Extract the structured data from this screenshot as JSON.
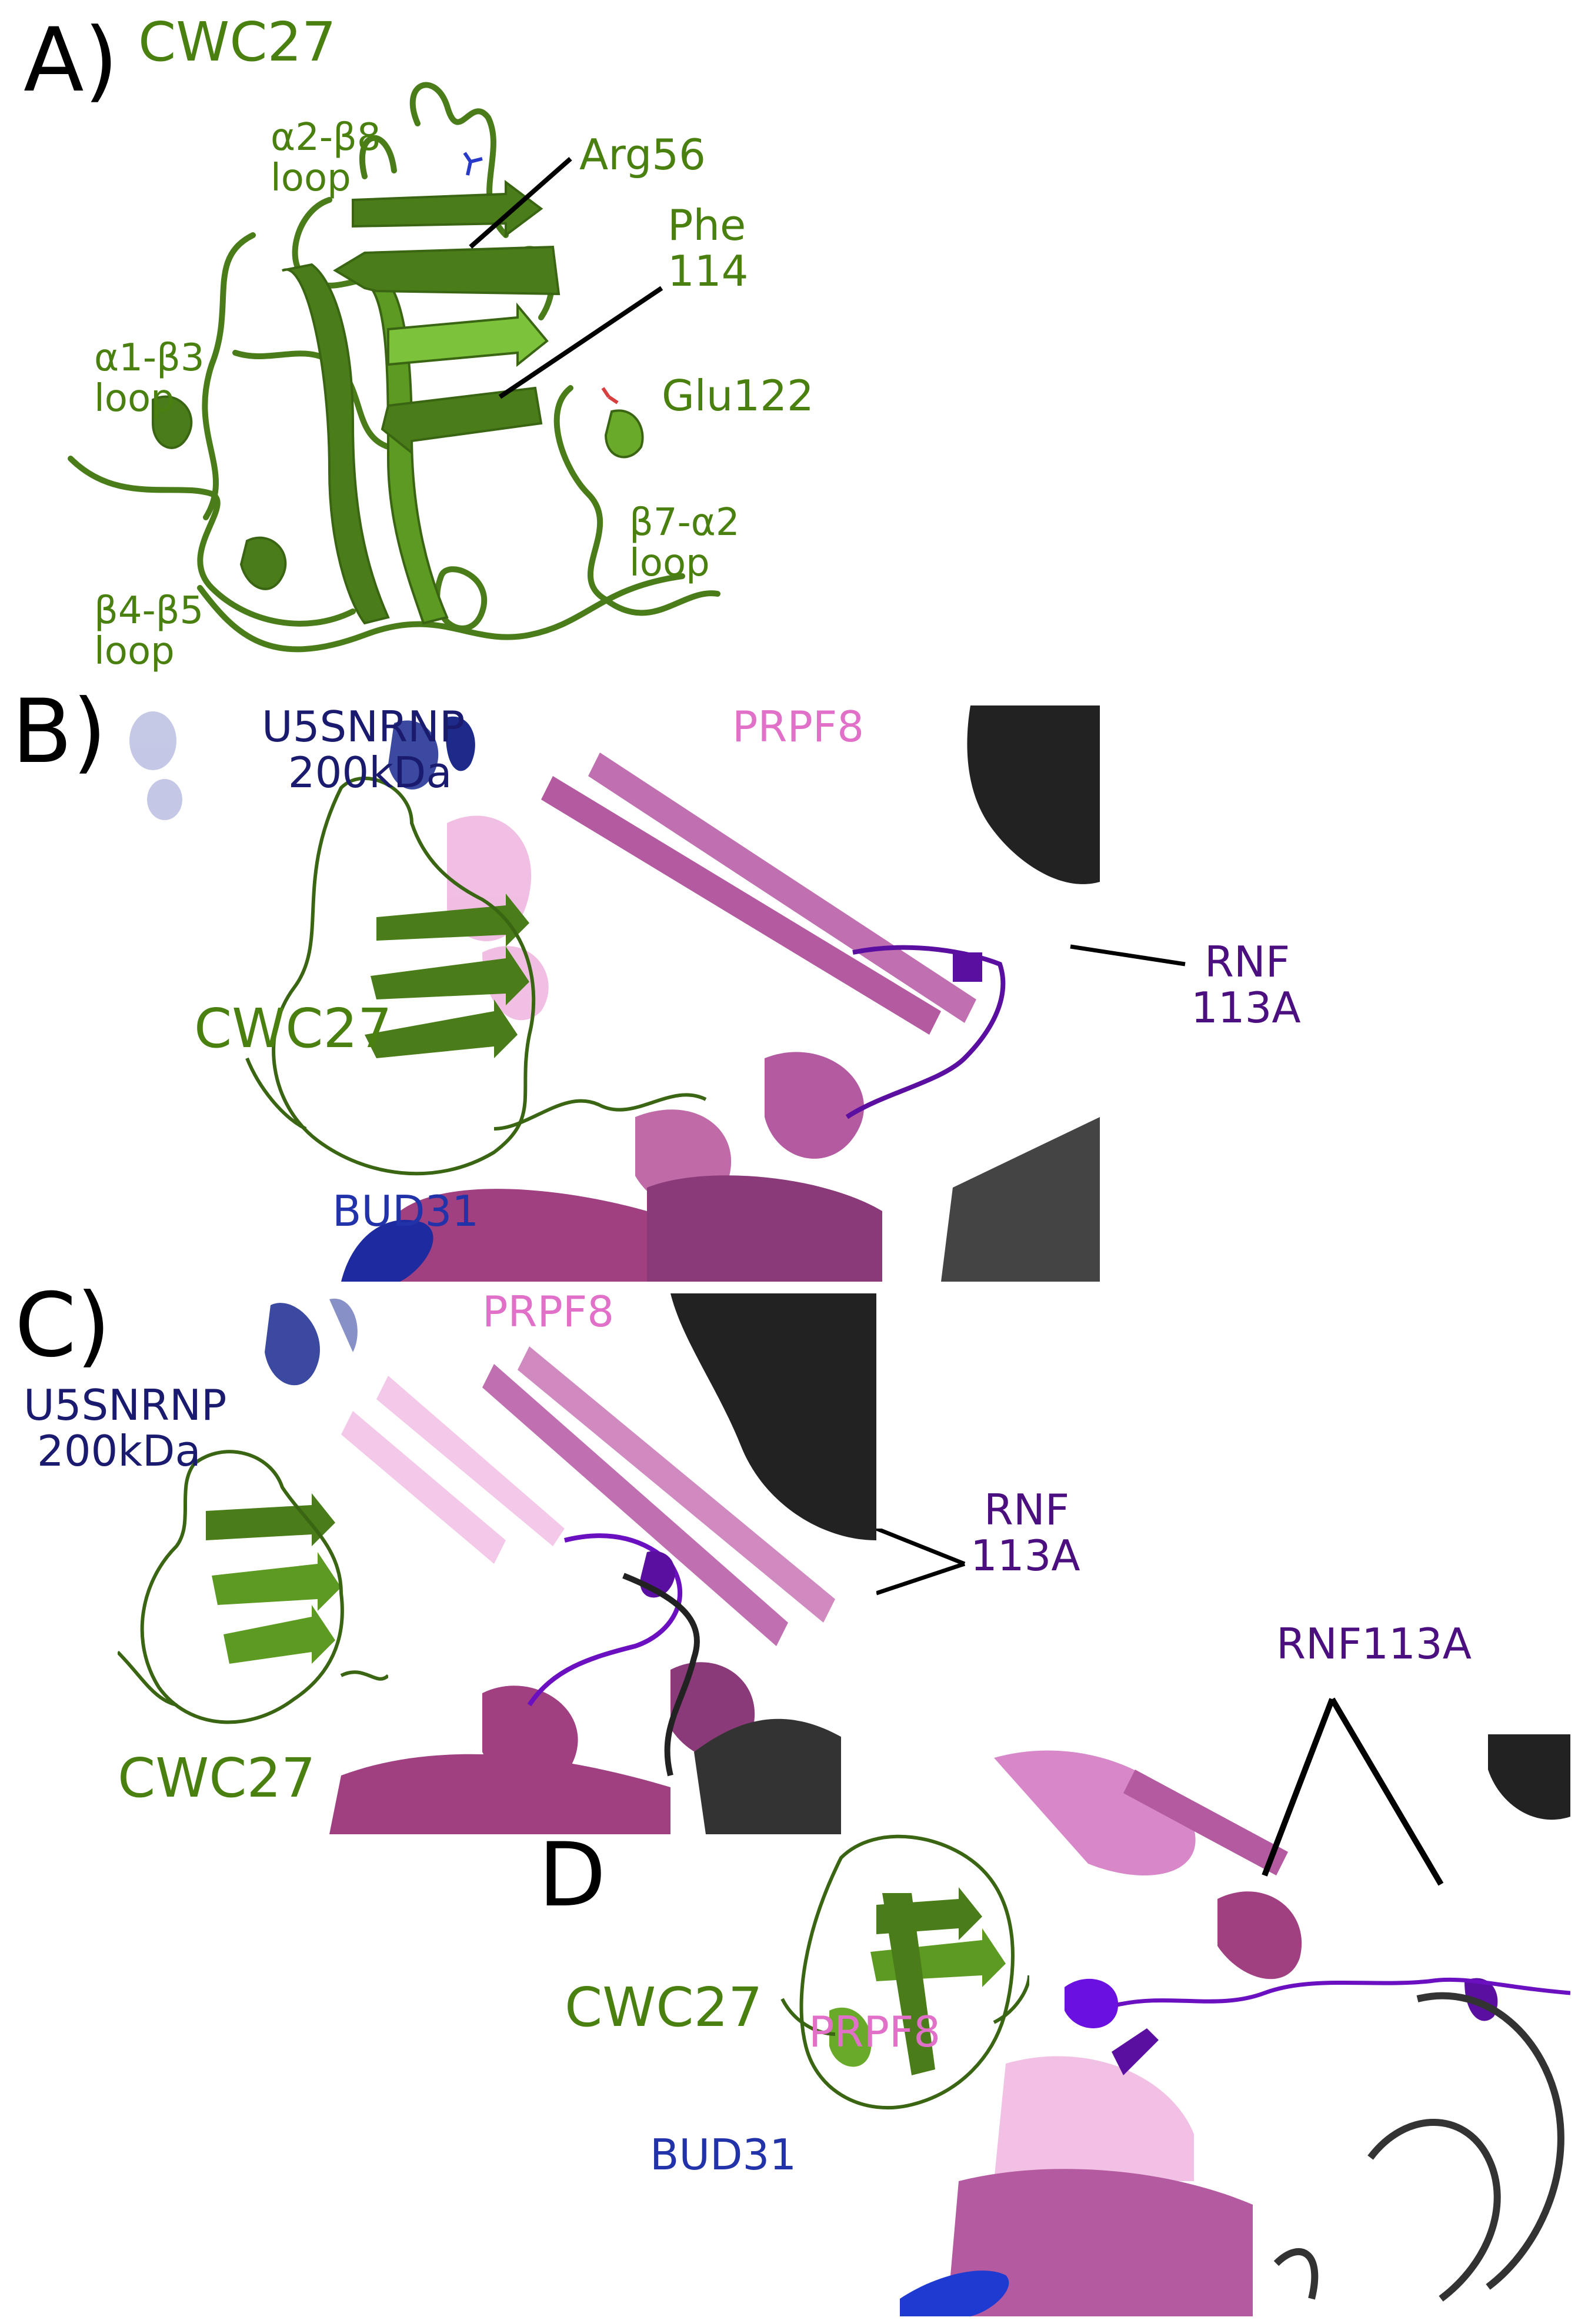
{
  "figure": {
    "panels": [
      {
        "id": "A",
        "letter": "A)",
        "title": "CWC27",
        "labels": {
          "a2b8_line1": "α2-β8",
          "a2b8_line2": "loop",
          "arg56": "Arg56",
          "phe_line1": "Phe",
          "phe_line2": "114",
          "a1b3_line1": "α1-β3",
          "a1b3_line2": "loop",
          "glu122": "Glu122",
          "b7a2_line1": "β7-α2",
          "b7a2_line2": "loop",
          "b4b5_line1": "β4-β5",
          "b4b5_line2": "loop"
        }
      },
      {
        "id": "B",
        "letter": "B)",
        "labels": {
          "u5_line1": "U5SNRNP",
          "u5_line2": "200kDa",
          "prpf8": "PRPF8",
          "rnf_line1": "RNF",
          "rnf_line2": "113A",
          "cwc27": "CWC27",
          "bud31": "BUD31"
        }
      },
      {
        "id": "C",
        "letter": "C)",
        "labels": {
          "prpf8": "PRPF8",
          "u5_line1": "U5SNRNP",
          "u5_line2": "200kDa",
          "rnf_line1": "RNF",
          "rnf_line2": "113A",
          "cwc27": "CWC27"
        }
      },
      {
        "id": "D",
        "letter": "D",
        "labels": {
          "rnf113a": "RNF113A",
          "cwc27": "CWC27",
          "prpf8": "PRPF8",
          "bud31": "BUD31"
        }
      }
    ],
    "colors": {
      "cwc27_green": "#4a8010",
      "u5snrnp_navy": "#1a1a6e",
      "prpf8_pink": "#e070c8",
      "prpf8_dark": "#a2447f",
      "rnf113a_purple": "#4b0f80",
      "bud31_blue": "#2233aa",
      "rna_black": "#222222"
    }
  }
}
